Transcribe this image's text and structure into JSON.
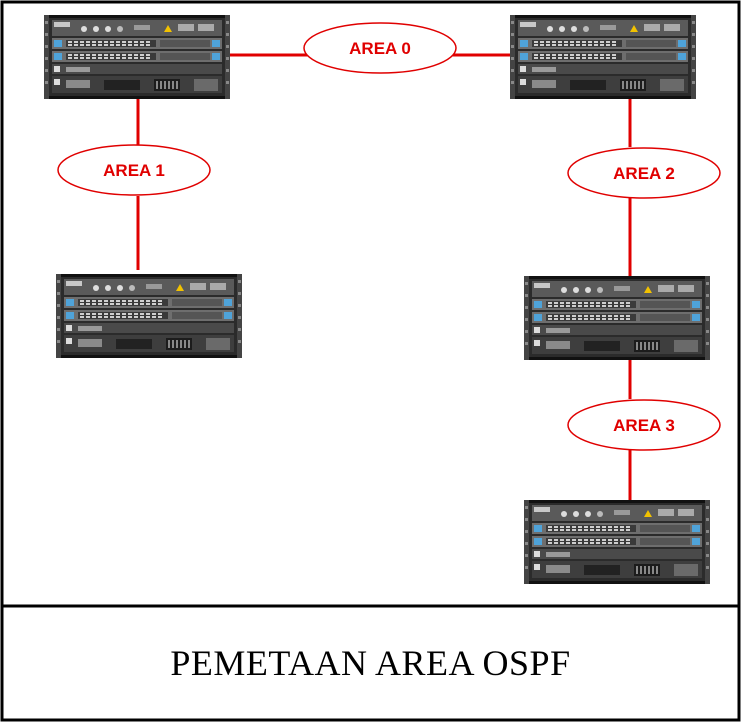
{
  "diagram": {
    "caption": "PEMETAAN AREA OSPF",
    "areas": [
      {
        "id": "area-0",
        "label": "AREA 0"
      },
      {
        "id": "area-1",
        "label": "AREA 1"
      },
      {
        "id": "area-2",
        "label": "AREA 2"
      },
      {
        "id": "area-3",
        "label": "AREA 3"
      }
    ],
    "routers": [
      "router-top-left",
      "router-top-right",
      "router-left",
      "router-right-middle",
      "router-right-bottom"
    ],
    "colors": {
      "link": "#e00000",
      "area_text": "#e00000",
      "border": "#000000",
      "chassis": "#1a1a1a"
    }
  }
}
